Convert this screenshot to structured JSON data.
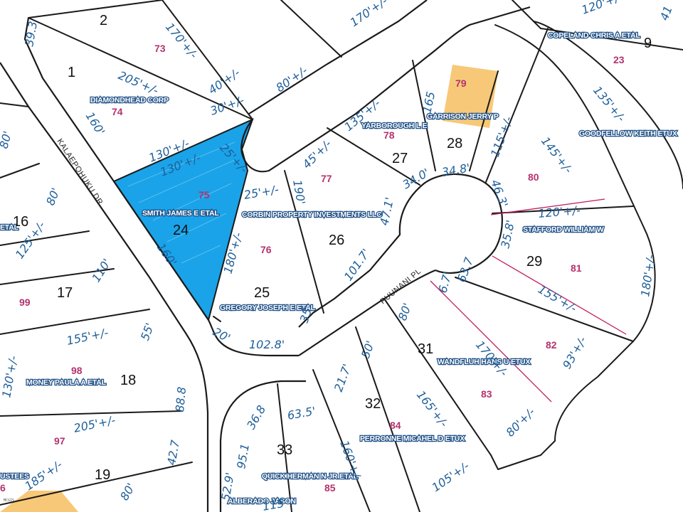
{
  "lot_numbers": [
    "2",
    "1",
    "9",
    "28",
    "27",
    "24",
    "16",
    "26",
    "29",
    "17",
    "25",
    "31",
    "18",
    "32",
    "33",
    "19"
  ],
  "parcel_numbers": [
    "73",
    "74",
    "79",
    "78",
    "23",
    "77",
    "80",
    "75",
    "76",
    "81",
    "99",
    "82",
    "98",
    "83",
    "84",
    "97",
    "85",
    "6"
  ],
  "owners": [
    "DIAMONDHEAD CORP",
    "COPELAND CHRIS A ETAL",
    "GARRISON JERRY P",
    "YARBOROUGH L E",
    "GOODFELLOW KEITH ETUX",
    "SMITH JAMES E ETAL",
    "CORBIN PROPERTY INVESTMENTS LLC",
    "STAFFORD WILLIAM W",
    "ETAL",
    "GREGORY JOSEPH E ETAL",
    "WANDFLUH HANS U ETUX",
    "MONEY PAULA A ETAL",
    "PERRONNE MICAHEL D ETUX",
    "QUICK HERMAN N JR ETAL",
    "USTEES",
    "ALBERADO JASON"
  ],
  "dimensions": [
    "39.3",
    "170'+/-",
    "120'+/-",
    "41",
    "205'+/-",
    "170'+/-",
    "80'+/-",
    "40'+/-",
    "30'+/-",
    "165",
    "135'+/-",
    "135'+/-",
    "160'",
    "80'",
    "130'+/-",
    "130'+/-",
    "25'+/-",
    "45'+/-",
    "34.0'",
    "34.8'",
    "115'+/-",
    "145'+/-",
    "46.3'",
    "25'+/-",
    "190'",
    "47.1'",
    "80'",
    "120'+/-",
    "125'+/-",
    "35.8'",
    "180'+/-",
    "160'",
    "101.7'",
    "63.7",
    "6.7'",
    "155'+/-",
    "180'+/-",
    "110'",
    "35",
    "20'",
    "80'",
    "170'+/-",
    "93'+/-",
    "102.8'",
    "155'+/-",
    "55'",
    "50'",
    "21.7'",
    "165'+/-",
    "130'+/-",
    "88.8",
    "205'+/-",
    "36.8",
    "63.5'",
    "80'+/-",
    "42.7",
    "95.1",
    "160'+/-",
    "185'+/-",
    "80'",
    "52.9'",
    "105'+/-",
    "115"
  ],
  "streets": [
    "KALAEPOHUKU DR",
    "PUUNANI PL"
  ],
  "corner_text": "MCGIS",
  "colors": {
    "highlight": "#1aa3e8",
    "building": "#f7c877",
    "dimension_text": "#1f5f99",
    "parcel_text": "#b5326e",
    "owner_outline": "#1d4f86",
    "pink_line": "#c2185b"
  }
}
